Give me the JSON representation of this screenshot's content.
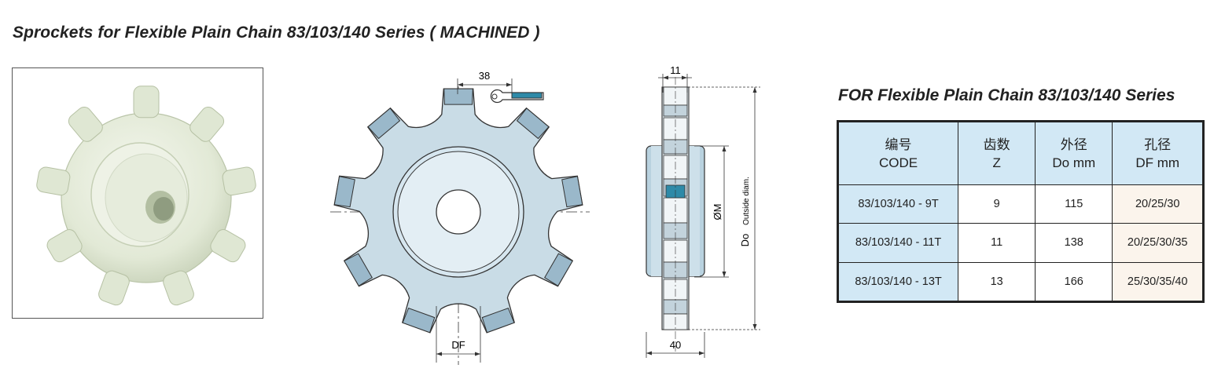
{
  "page": {
    "title": "Sprockets for Flexible Plain Chain 83/103/140 Series ( MACHINED )"
  },
  "drawing": {
    "dim_top": "38",
    "dim_bore": "DF",
    "dim_width_top": "11",
    "dim_width_bottom": "40",
    "dim_hub": "ØM",
    "dim_outside": "Do",
    "dim_outside_note": "Outside diam."
  },
  "table": {
    "title": "FOR Flexible Plain Chain 83/103/140 Series",
    "headers": [
      {
        "zh": "编号",
        "en": "CODE"
      },
      {
        "zh": "齿数",
        "en": "Z"
      },
      {
        "zh": "外径",
        "en": "Do mm"
      },
      {
        "zh": "孔径",
        "en": "DF mm"
      }
    ],
    "rows": [
      {
        "code": "83/103/140 - 9T",
        "z": "9",
        "do": "115",
        "df": "20/25/30"
      },
      {
        "code": "83/103/140 - 11T",
        "z": "11",
        "do": "138",
        "df": "20/25/30/35"
      },
      {
        "code": "83/103/140 - 13T",
        "z": "13",
        "do": "166",
        "df": "25/30/35/40"
      }
    ]
  },
  "colors": {
    "sprocket_fill": "#c9dce6",
    "tooth_tip": "#9ab8ca",
    "header_bg": "#d2e8f5",
    "row_alt_bg": "#fbf4ec",
    "photo_fill": "#e6ecdc"
  }
}
